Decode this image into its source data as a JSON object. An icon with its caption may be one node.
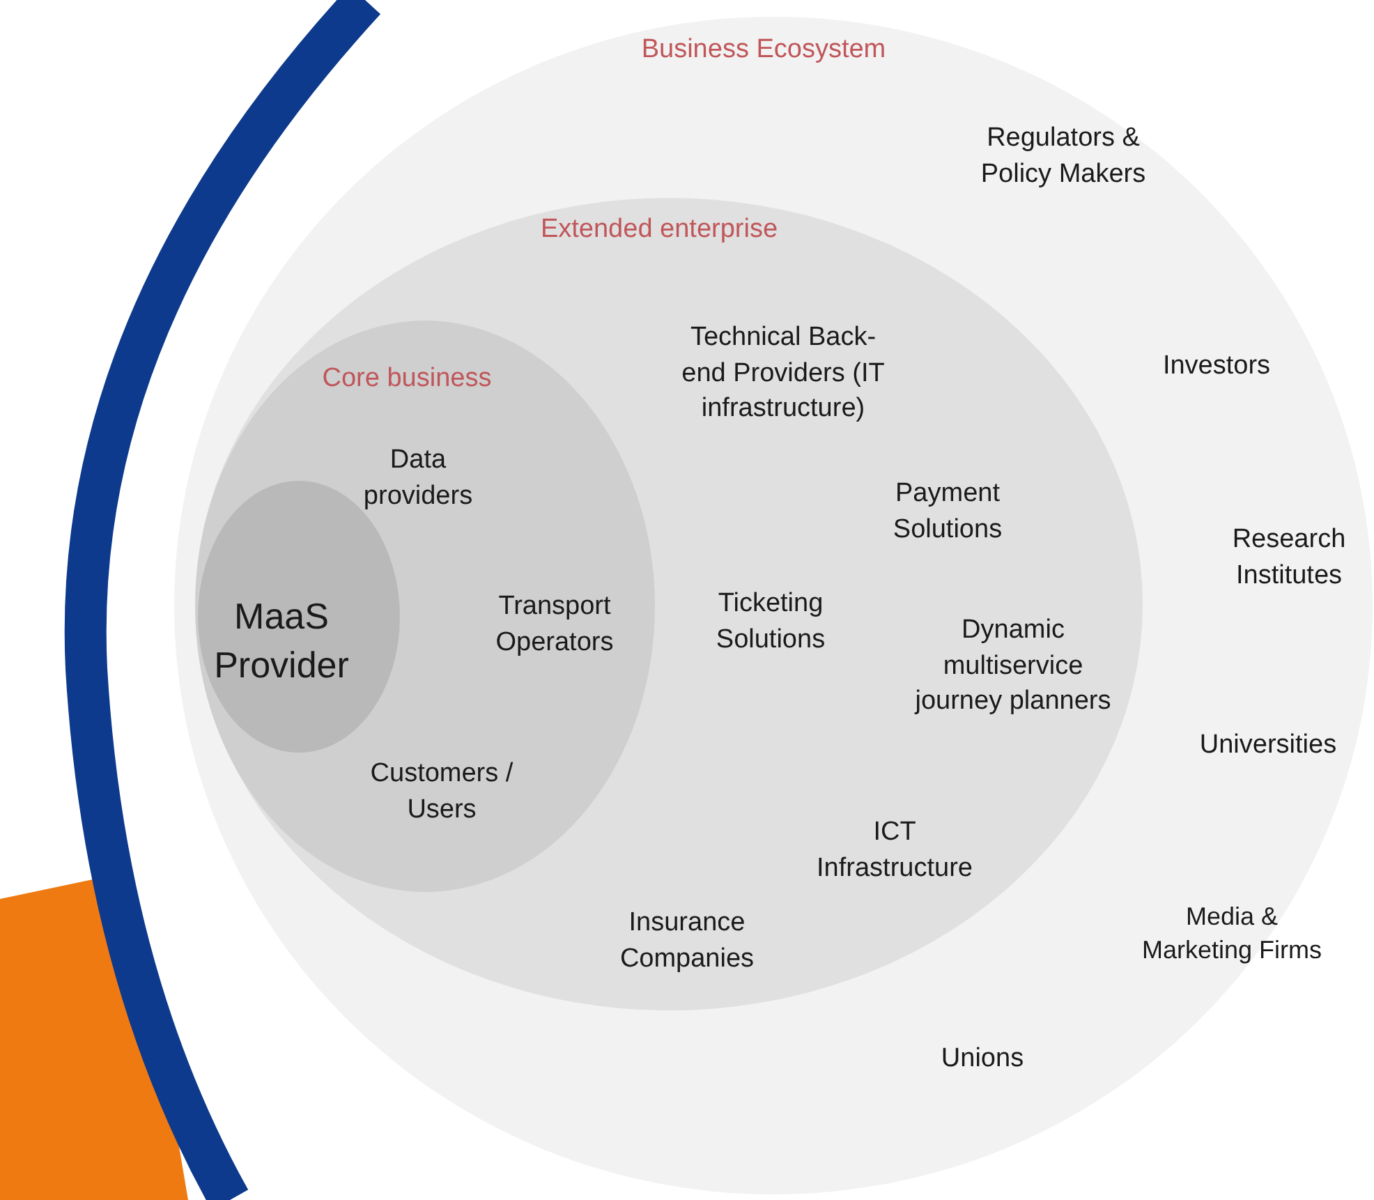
{
  "diagram": {
    "nodes": [
      {
        "text": [
          "Business Ecosystem",
          "Regulators & Policy Makers",
          "Investors",
          "Research Institutes",
          "Universities",
          "Media & Marketing Firms",
          "Unions"
        ]
      },
      {
        "text": [
          "Extended enterprise",
          "Technical Back-end Providers (IT infrastructure)",
          "Payment Solutions",
          "Ticketing Solutions",
          "Dynamic multiservice journey planners",
          "ICT Infrastructure",
          "Insurance Companies"
        ],
        "in": 0
      },
      {
        "text": [
          "Core business",
          "Data providers",
          "Transport Operators",
          "Customers / Users"
        ],
        "in": 1
      },
      {
        "text": [
          "MaaS Provider"
        ],
        "in": 2
      }
    ]
  }
}
